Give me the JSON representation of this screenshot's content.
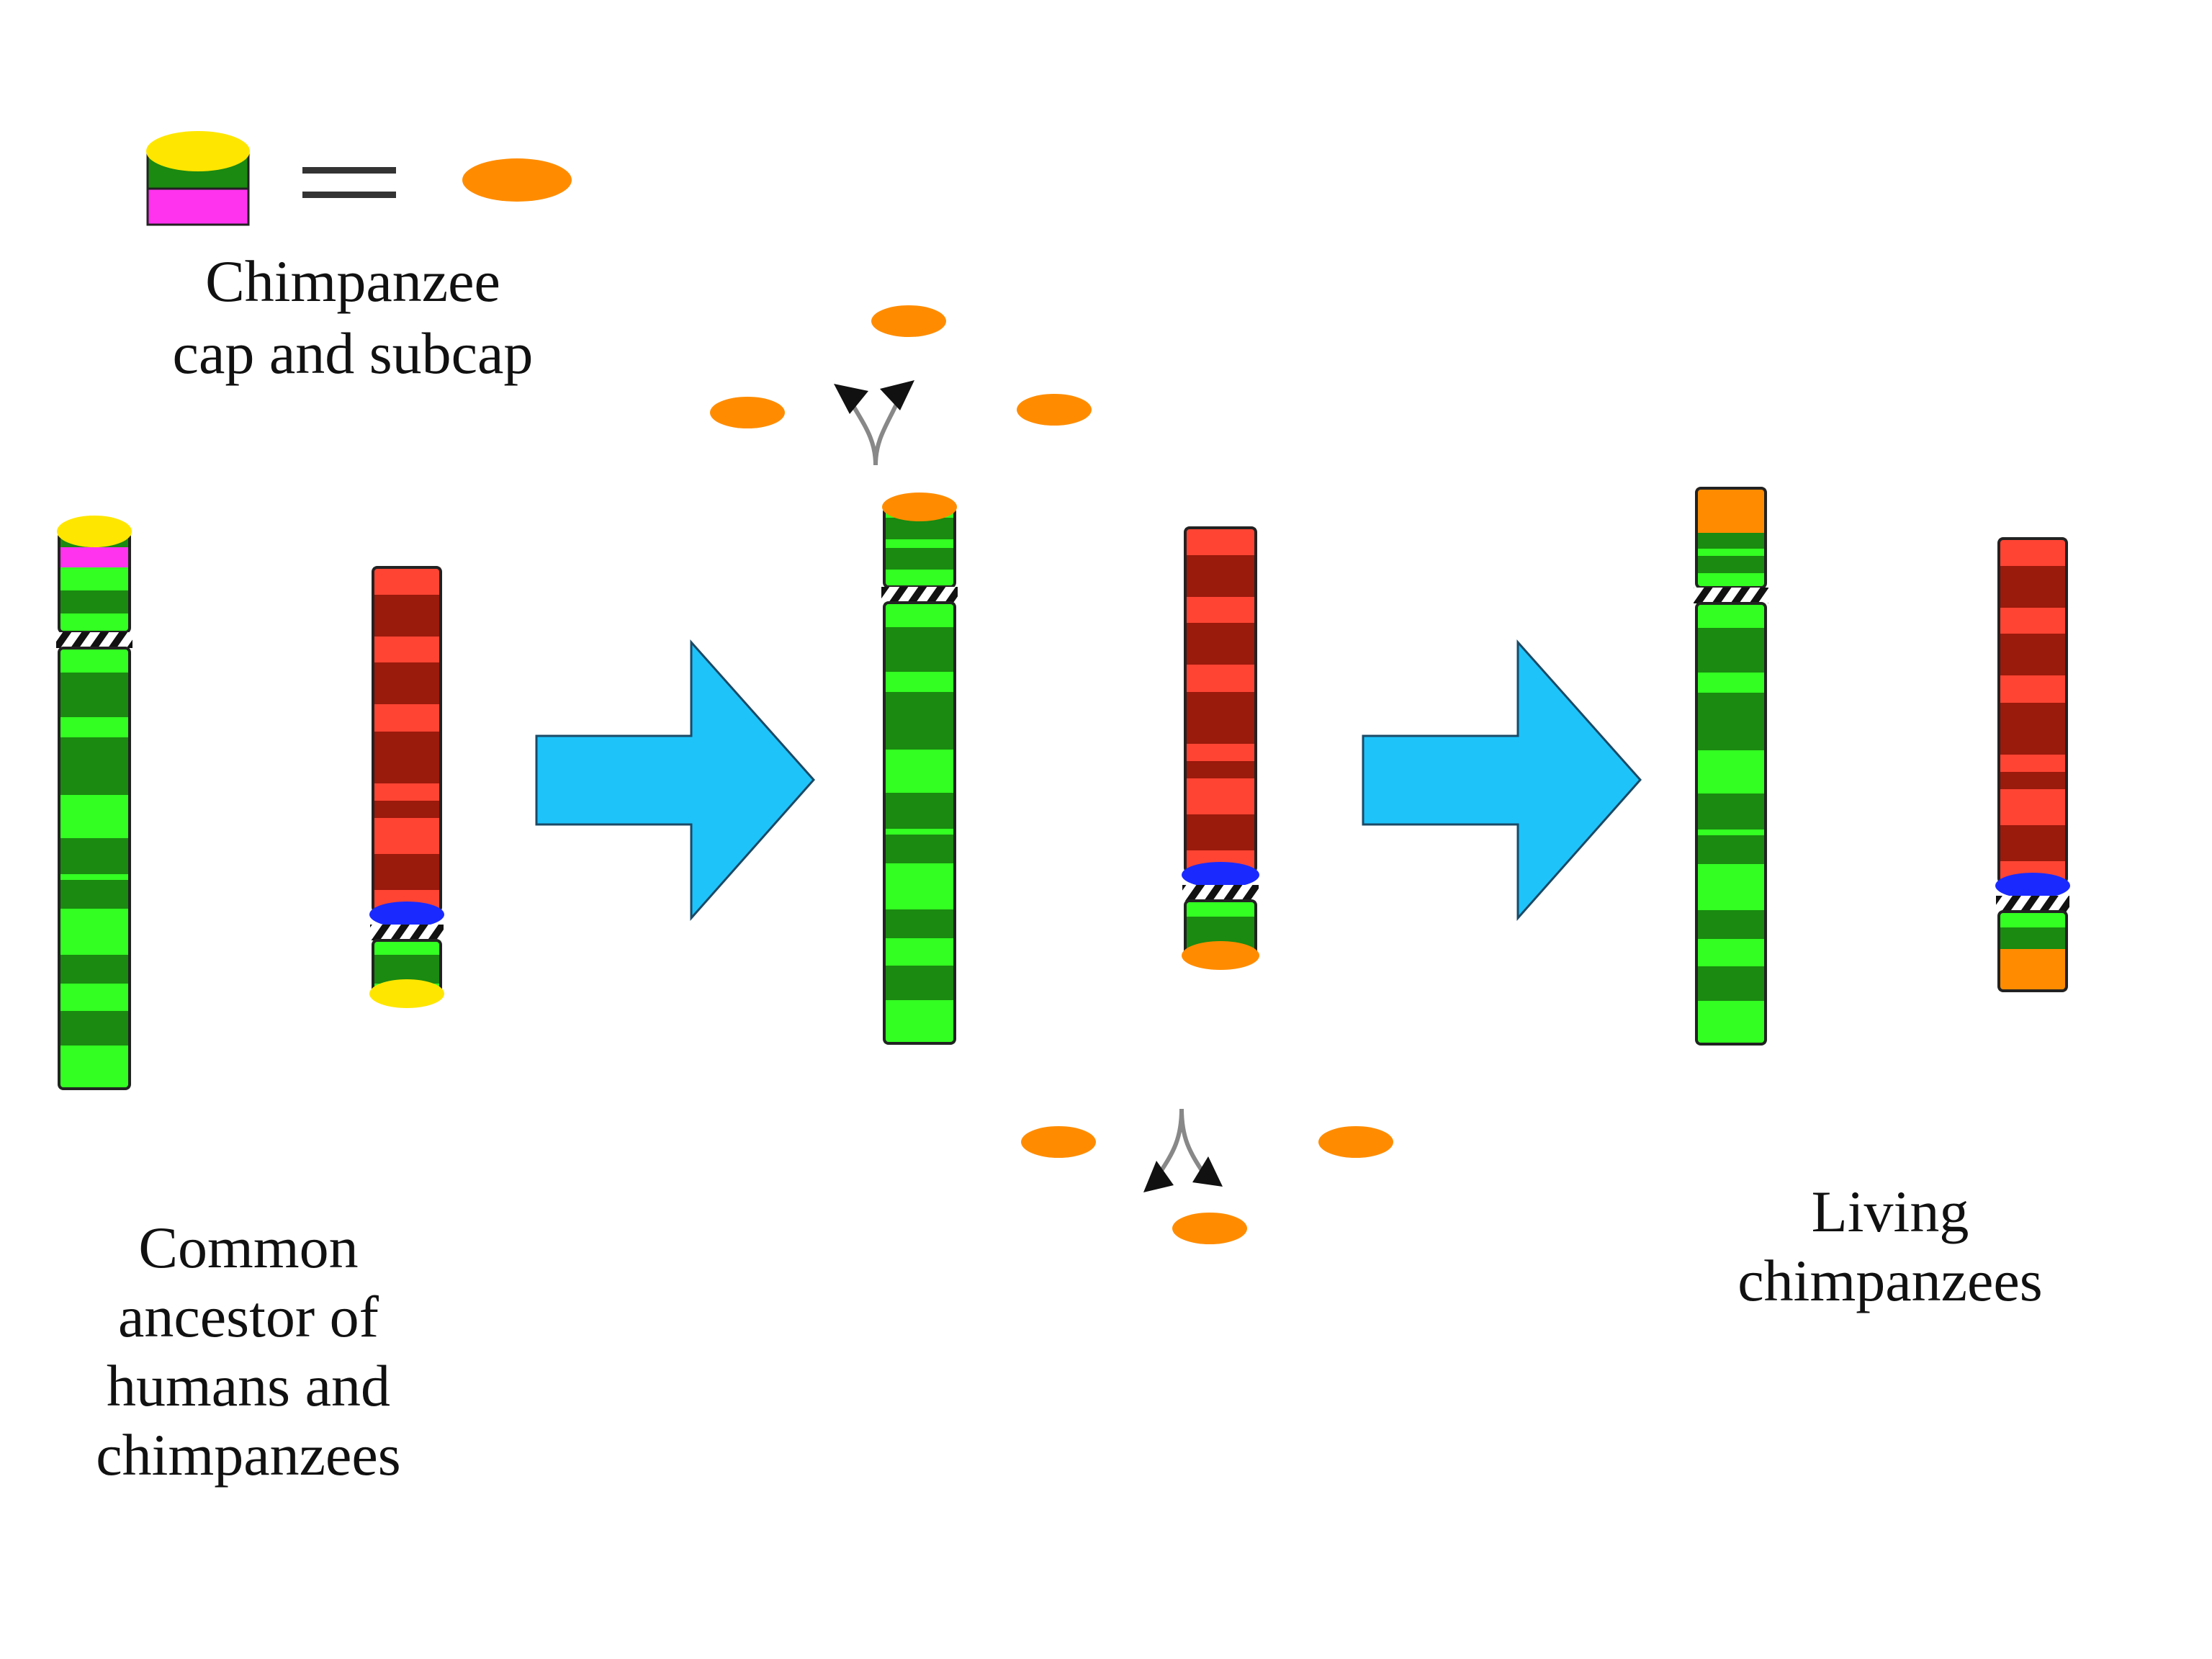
{
  "legend": {
    "symbol_left": "cap-and-subcap-stack",
    "equals_sign": "=",
    "symbol_right": "orange-cap-oval",
    "label_lines": [
      "Chimpanzee",
      "cap and subcap"
    ]
  },
  "labels": {
    "ancestor": [
      "Common",
      "ancestor of",
      "humans and",
      "chimpanzees"
    ],
    "living": [
      "Living",
      "chimpanzees"
    ]
  },
  "colors": {
    "green_light": "#33ff22",
    "green_dark": "#1a8a10",
    "red_light": "#ff4433",
    "red_dark": "#9a1a0c",
    "yellow_cap": "#ffe600",
    "magenta_subcap": "#ff33ee",
    "orange_cap": "#ff8c00",
    "blue_centromere": "#1a2aff",
    "arrow_blue": "#1ec3fa",
    "outline": "#222222"
  },
  "stages": [
    {
      "id": "ancestor",
      "description": "Common ancestor chromosomes with yellow cap and magenta subcap"
    },
    {
      "id": "intermediate",
      "description": "Caps and subcaps replaced by orange cap; orange caps dispersed"
    },
    {
      "id": "living",
      "description": "Living chimpanzee chromosomes with orange terminal caps"
    }
  ]
}
